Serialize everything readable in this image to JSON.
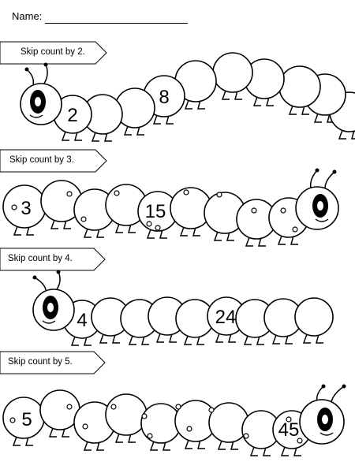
{
  "header": {
    "name_label": "Name:"
  },
  "caterpillars": [
    {
      "instruction": "Skip count by 2.",
      "numbers": [
        "2",
        "8"
      ]
    },
    {
      "instruction": "Skip count by 3.",
      "numbers": [
        "3",
        "15"
      ]
    },
    {
      "instruction": "Skip count by 4.",
      "numbers": [
        "4",
        "24"
      ]
    },
    {
      "instruction": "Skip count by 5.",
      "numbers": [
        "5",
        "45"
      ]
    }
  ]
}
